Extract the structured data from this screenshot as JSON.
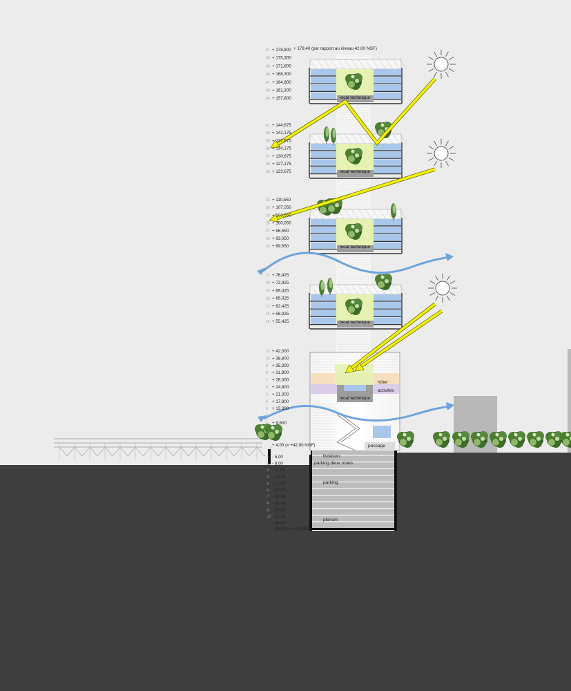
{
  "top_note": "+ 179,40 (par rapport au niveau 42,00 NGF)",
  "ground_note": "+ 4,00 (= +42,00 NGF)",
  "bottom_note": "- 38,00 (=-4,00 NGF)",
  "labels": {
    "local_technique": "local technique",
    "hotel": "hôtel",
    "activites": "activités",
    "passage": "passage",
    "livraison": "livraison",
    "parking_deux_roues": "parking deux roues",
    "parking": "parking",
    "plenum": "plenum"
  },
  "levels_group_1": [
    {
      "n": "51",
      "v": "+ 178,800"
    },
    {
      "n": "50",
      "v": "+ 175,300"
    },
    {
      "n": "49",
      "v": "+ 171,800"
    },
    {
      "n": "48",
      "v": "+ 168,300"
    },
    {
      "n": "47",
      "v": "+ 164,800"
    },
    {
      "n": "46",
      "v": "+ 161,300"
    },
    {
      "n": "45",
      "v": "+ 157,800"
    }
  ],
  "levels_group_2": [
    {
      "n": "41",
      "v": "+ 144,675"
    },
    {
      "n": "40",
      "v": "+ 141,175"
    },
    {
      "n": "39",
      "v": "+ 137,675"
    },
    {
      "n": "38",
      "v": "+ 134,175"
    },
    {
      "n": "37",
      "v": "+ 130,675"
    },
    {
      "n": "36",
      "v": "+ 127,175"
    },
    {
      "n": "35",
      "v": "+ 123,675"
    }
  ],
  "levels_group_3": [
    {
      "n": "31",
      "v": "+ 110,550"
    },
    {
      "n": "30",
      "v": "+ 107,050"
    },
    {
      "n": "29",
      "v": "+ 103,550"
    },
    {
      "n": "28",
      "v": "+ 100,050"
    },
    {
      "n": "27",
      "v": "+ 96,550"
    },
    {
      "n": "26",
      "v": "+ 93,050"
    },
    {
      "n": "25",
      "v": "+ 89,550"
    }
  ],
  "levels_group_4": [
    {
      "n": "21",
      "v": "+ 76,425"
    },
    {
      "n": "20",
      "v": "+ 72,925"
    },
    {
      "n": "19",
      "v": "+ 69,425"
    },
    {
      "n": "18",
      "v": "+ 65,925"
    },
    {
      "n": "17",
      "v": "+ 62,425"
    },
    {
      "n": "16",
      "v": "+ 58,925"
    },
    {
      "n": "15",
      "v": "+ 55,425"
    }
  ],
  "levels_group_5": [
    {
      "n": "11",
      "v": "+ 42,300"
    },
    {
      "n": "10",
      "v": "+ 38,800"
    },
    {
      "n": "9",
      "v": "+ 35,300"
    },
    {
      "n": "8",
      "v": "+ 31,800"
    },
    {
      "n": "7",
      "v": "+ 28,300"
    },
    {
      "n": "6",
      "v": "+ 24,800"
    },
    {
      "n": "5",
      "v": "+ 21,300"
    },
    {
      "n": "4",
      "v": "+ 17,800"
    },
    {
      "n": "3",
      "v": "+ 13,300"
    },
    {
      "n": "2",
      "v": ""
    },
    {
      "n": "1",
      "v": "+ 9,600"
    }
  ],
  "levels_below": [
    {
      "n": "-1",
      "v": "- 5,00"
    },
    {
      "n": "-2",
      "v": "- 8,00"
    },
    {
      "n": "-3",
      "v": "- 11,00"
    },
    {
      "n": "-4",
      "v": "- 14,00"
    },
    {
      "n": "-5",
      "v": "- 17,00"
    },
    {
      "n": "-6",
      "v": "- 20,00"
    },
    {
      "n": "-7",
      "v": "- 23,00"
    },
    {
      "n": "-8",
      "v": "- 26,00"
    },
    {
      "n": "-9",
      "v": "- 29,00"
    },
    {
      "n": "-10",
      "v": "- 32,00"
    },
    {
      "n": "",
      "v": "- 34,00"
    }
  ],
  "colors": {
    "background": "#ececec",
    "ground": "#3e3e3e",
    "office_blue": "#a9c7ea",
    "garden_green": "#e6f2b2",
    "local_technique_grey": "#9d9d9d",
    "hotel_peach": "#f5dfbe",
    "activites_lilac": "#dccdea",
    "sun_arrow": "#f2f20e",
    "wind_arrow": "#6fa3db",
    "tree": "#3e6f28"
  }
}
